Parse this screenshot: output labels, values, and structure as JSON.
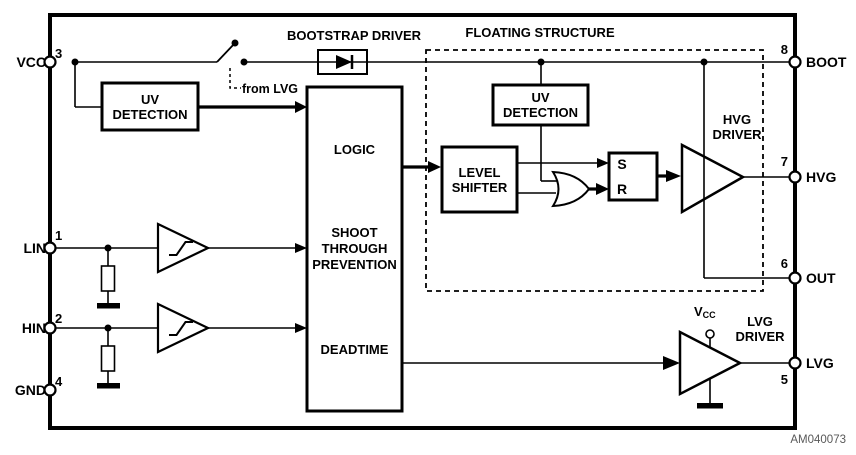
{
  "diagram": {
    "watermark": "AM040073",
    "colors": {
      "ink": "#000000",
      "watermark": "#595959",
      "background": "#ffffff"
    },
    "pins_left": [
      {
        "label": "VCC",
        "number": "3"
      },
      {
        "label": "LIN",
        "number": "1"
      },
      {
        "label": "HIN",
        "number": "2"
      },
      {
        "label": "GND",
        "number": "4"
      }
    ],
    "pins_right": [
      {
        "label": "BOOT",
        "number": "8"
      },
      {
        "label": "HVG",
        "number": "7"
      },
      {
        "label": "OUT",
        "number": "6"
      },
      {
        "label": "LVG",
        "number": "5"
      }
    ],
    "labels": {
      "bootstrap_driver": "BOOTSTRAP DRIVER",
      "floating_structure": "FLOATING STRUCTURE",
      "from_lvg": "from LVG",
      "uv_detection": "UV\nDETECTION",
      "uv_detection_float": "UV\nDETECTION",
      "logic": "LOGIC",
      "shoot_through": "SHOOT\nTHROUGH\nPREVENTION",
      "deadtime": "DEADTIME",
      "level_shifter": "LEVEL\nSHIFTER",
      "latch_s": "S",
      "latch_r": "R",
      "hvg_driver": "HVG\nDRIVER",
      "lvg_driver": "LVG\nDRIVER",
      "vcc_supply_main": "V",
      "vcc_supply_sub": "CC"
    }
  }
}
